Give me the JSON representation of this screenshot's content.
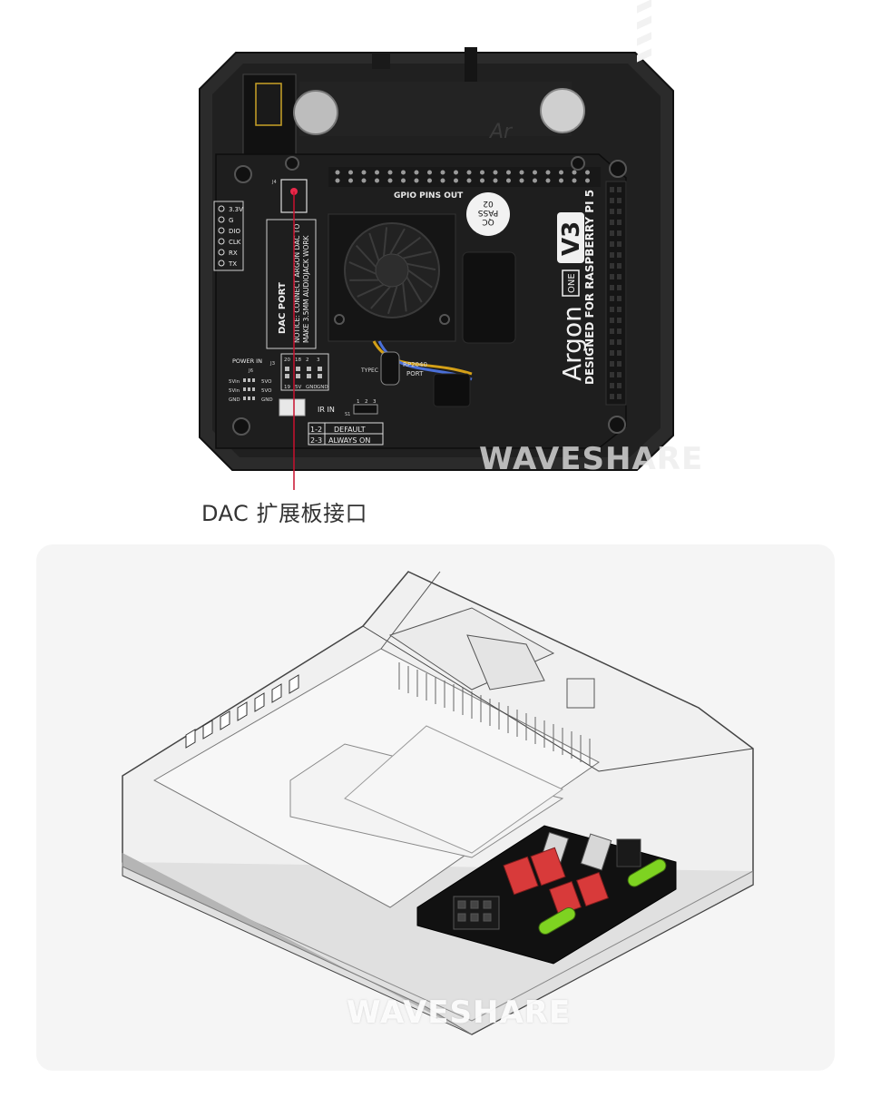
{
  "callout": {
    "label": "DAC 扩展板接口"
  },
  "watermark": {
    "text": "WAVESHARE"
  },
  "board": {
    "gpio_label": "GPIO PINS OUT",
    "qc_line1": "QC",
    "qc_line2": "PASS",
    "qc_line3": "02",
    "brand": "Argon",
    "brand_one": "ONE",
    "version": "V3",
    "designed_for": "DESIGNED FOR RASPBERRY PI 5",
    "dac_port": "DAC PORT",
    "dac_notice1": "NOTICE: CONNECT ARGON DAC TO",
    "dac_notice2": "MAKE 3.5MM AUDIOJACK WORK",
    "uart_pins": [
      "3.3V",
      "G",
      "DIO",
      "CLK",
      "RX",
      "TX"
    ],
    "power_in": "POWER IN",
    "j6": "J6",
    "j3": "J3",
    "j4": "J4",
    "j3_top": [
      "20",
      "18",
      "2",
      "3"
    ],
    "j3_bottom": [
      "19",
      "5V",
      "GND",
      "GND"
    ],
    "power_rows": [
      "5Vin",
      "5Vin",
      "GND"
    ],
    "power_rows_right": [
      "5VO",
      "5VO",
      "GND"
    ],
    "rp2040": "RP2040",
    "port": "PORT",
    "typec": "TYPEC",
    "ir_in": "IR IN",
    "s1": "S1",
    "switch_nums": [
      "1",
      "2",
      "3"
    ],
    "default_code": "1-2",
    "default_label": "DEFAULT",
    "always_code": "2-3",
    "always_label": "ALWAYS ON",
    "ar_mark": "Ar"
  },
  "colors": {
    "case": "#2a2a2a",
    "board": "#1e1e1e",
    "accent": "#c8102e",
    "panel": "#f5f5f5",
    "dac_board": "#111111",
    "capacitor_red": "#d83a3a",
    "capacitor_green": "#7ed321"
  }
}
